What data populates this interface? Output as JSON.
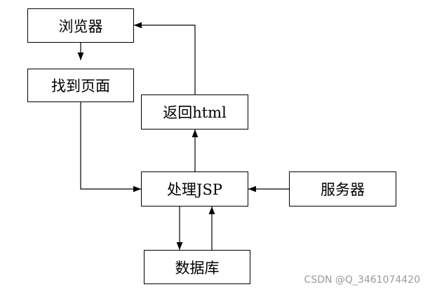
{
  "diagram": {
    "nodes": {
      "browser": "浏览器",
      "find_page": "找到页面",
      "return_html": "返回html",
      "process_jsp": "处理JSP",
      "server": "服务器",
      "database": "数据库"
    },
    "edges": [
      {
        "from": "browser",
        "to": "find_page"
      },
      {
        "from": "find_page",
        "to": "process_jsp"
      },
      {
        "from": "process_jsp",
        "to": "return_html"
      },
      {
        "from": "return_html",
        "to": "browser"
      },
      {
        "from": "server",
        "to": "process_jsp"
      },
      {
        "from": "process_jsp",
        "to": "database"
      },
      {
        "from": "database",
        "to": "process_jsp"
      }
    ],
    "line_color": "#000000"
  },
  "watermark": "CSDN @Q_3461074420"
}
